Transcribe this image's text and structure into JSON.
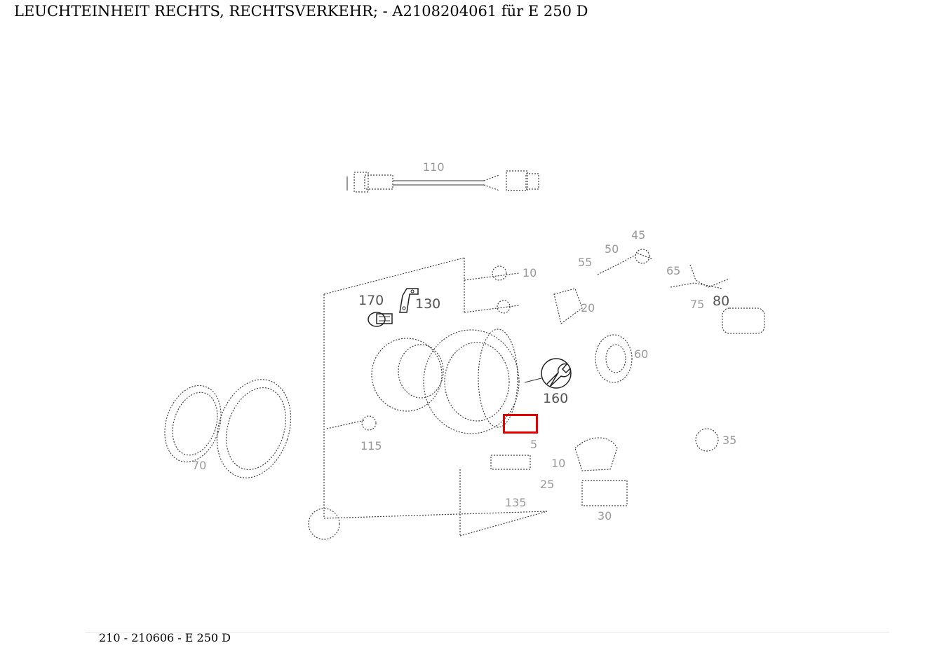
{
  "header": {
    "title": "LEUCHTEINHEIT RECHTS, RECHTSVERKEHR; - A2108204061 für E 250 D"
  },
  "diagram": {
    "labels": {
      "l45": "45",
      "l170": "170",
      "l130": "130",
      "l160": "160",
      "l80": "80"
    },
    "icons": {
      "wrench": "wrench-icon"
    },
    "highlight_color": "#e60000"
  },
  "footer": {
    "text": "210 - 210606 - E 250 D"
  }
}
